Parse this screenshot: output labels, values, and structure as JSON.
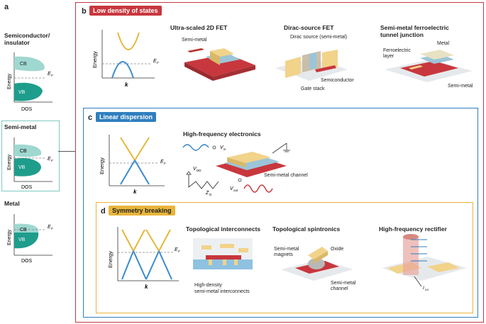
{
  "panel_a": {
    "letter": "a",
    "semiconductor": {
      "title": "Semiconductor/\ninsulator",
      "cb": "CB",
      "vb": "VB",
      "ef": "E",
      "ef_sub": "F",
      "energy": "Energy",
      "dos": "DOS"
    },
    "semimetal": {
      "title": "Semi-metal",
      "cb": "CB",
      "vb": "VB",
      "ef": "E",
      "ef_sub": "F",
      "energy": "Energy",
      "dos": "DOS"
    },
    "metal": {
      "title": "Metal",
      "cb": "CB",
      "vb": "VB",
      "ef": "E",
      "ef_sub": "F",
      "energy": "Energy",
      "dos": "DOS"
    }
  },
  "panel_b": {
    "letter": "b",
    "tag": "Low density of states",
    "plot": {
      "energy": "Energy",
      "k": "k",
      "ef": "E",
      "ef_sub": "F"
    },
    "items": [
      {
        "title": "Ultra-scaled 2D FET",
        "labels": [
          "Semi-metal"
        ]
      },
      {
        "title": "Dirac-source FET",
        "labels": [
          "Dirac source (semi-metal)",
          "Semiconductor",
          "Gate stack"
        ]
      },
      {
        "title": "Semi-metal ferroelectric\ntunnel junction",
        "labels": [
          "Metal",
          "Ferroelectric\nlayer",
          "Semi-metal"
        ]
      }
    ]
  },
  "panel_c": {
    "letter": "c",
    "tag": "Linear dispersion",
    "plot": {
      "energy": "Energy",
      "k": "k",
      "ef": "E",
      "ef_sub": "F"
    },
    "item": {
      "title": "High-frequency electronics",
      "labels": [
        "V",
        "in",
        "V",
        "DD",
        "Z",
        "D",
        "V",
        "out",
        "Semi-metal channel"
      ]
    }
  },
  "panel_d": {
    "letter": "d",
    "tag": "Symmetry breaking",
    "plot": {
      "energy": "Energy",
      "k": "k",
      "ef": "E",
      "ef_sub": "F"
    },
    "items": [
      {
        "title": "Topological interconnects",
        "labels": [
          "High-density\nsemi-metal interconnects"
        ]
      },
      {
        "title": "Topological spintronics",
        "labels": [
          "Semi-metal\nmagnets",
          "Oxide",
          "Semi-metal\nchannel"
        ]
      },
      {
        "title": "High-frequency rectifier",
        "labels": [
          "I",
          "DC"
        ]
      }
    ]
  },
  "colors": {
    "red": "#c8373d",
    "blue": "#2f7fbf",
    "gold": "#e9b53a",
    "teal": "#58b7ad",
    "teal_dark": "#1f9d8c",
    "plot_blue": "#3a8ccf",
    "plot_gold": "#e5b73b"
  }
}
